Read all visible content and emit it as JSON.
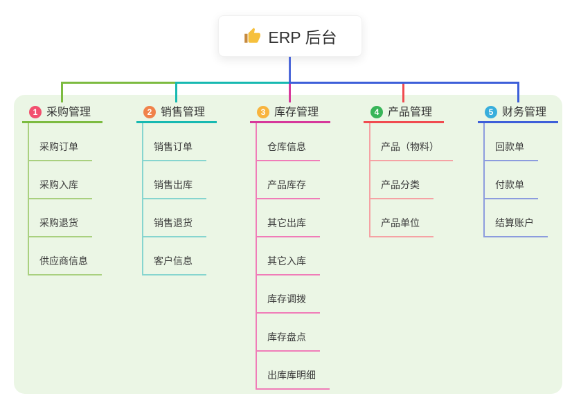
{
  "root": {
    "label": "ERP 后台",
    "icon": "thumbs-up-icon"
  },
  "canvas": {
    "background": "#ffffff",
    "panel_background": "#EBF6E5",
    "root_connector_color": "#4D68D9",
    "text_color": "#333333"
  },
  "branches": [
    {
      "badge": "1",
      "title": "采购管理",
      "badge_color": "#F2506E",
      "line_color": "#7CBB40",
      "line_light_color": "#A9D07F",
      "children": [
        "采购订单",
        "采购入库",
        "采购退货",
        "供应商信息"
      ]
    },
    {
      "badge": "2",
      "title": "销售管理",
      "badge_color": "#F0824A",
      "line_color": "#17B9B1",
      "line_light_color": "#86D5CF",
      "children": [
        "销售订单",
        "销售出库",
        "销售退货",
        "客户信息"
      ]
    },
    {
      "badge": "3",
      "title": "库存管理",
      "badge_color": "#F8B43E",
      "line_color": "#D6399B",
      "line_light_color": "#F07CB8",
      "children": [
        "仓库信息",
        "产品库存",
        "其它出库",
        "其它入库",
        "库存调拨",
        "库存盘点",
        "出库库明细"
      ]
    },
    {
      "badge": "4",
      "title": "产品管理",
      "badge_color": "#38B558",
      "line_color": "#F04B50",
      "line_light_color": "#F5A2A4",
      "children": [
        "产品（物料）",
        "产品分类",
        "产品单位"
      ]
    },
    {
      "badge": "5",
      "title": "财务管理",
      "badge_color": "#38AEDC",
      "line_color": "#3D5FD9",
      "line_light_color": "#8C9CDE",
      "children": [
        "回款单",
        "付款单",
        "结算账户"
      ]
    }
  ]
}
